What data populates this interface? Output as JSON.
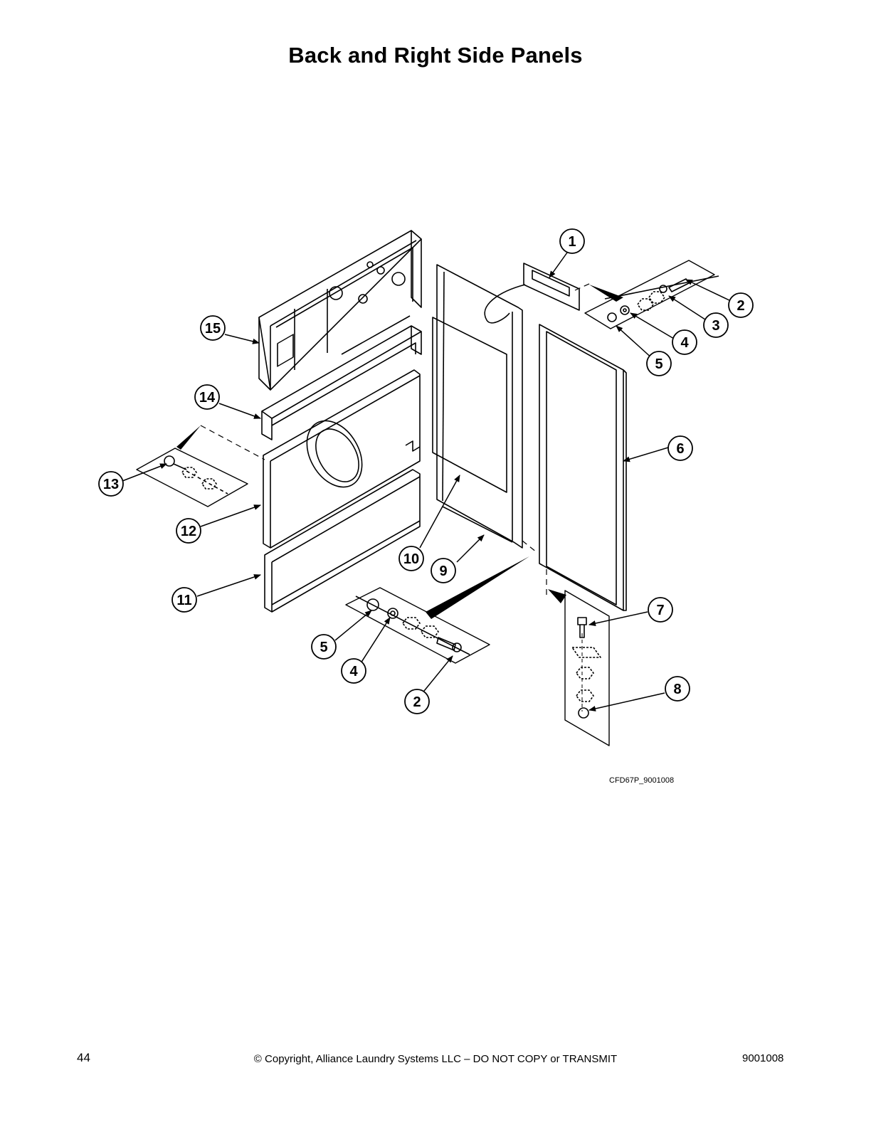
{
  "page": {
    "title": "Back and Right Side Panels",
    "figure_id": "CFD67P_9001008",
    "page_number": "44",
    "copyright": "© Copyright, Alliance Laundry Systems LLC – DO NOT COPY or TRANSMIT",
    "doc_number": "9001008"
  },
  "callouts": [
    {
      "label": "1"
    },
    {
      "label": "2"
    },
    {
      "label": "3"
    },
    {
      "label": "4"
    },
    {
      "label": "5"
    },
    {
      "label": "6"
    },
    {
      "label": "7"
    },
    {
      "label": "8"
    },
    {
      "label": "9"
    },
    {
      "label": "10"
    },
    {
      "label": "11"
    },
    {
      "label": "12"
    },
    {
      "label": "13"
    },
    {
      "label": "14"
    },
    {
      "label": "15"
    },
    {
      "label": "5"
    },
    {
      "label": "4"
    },
    {
      "label": "2"
    }
  ]
}
